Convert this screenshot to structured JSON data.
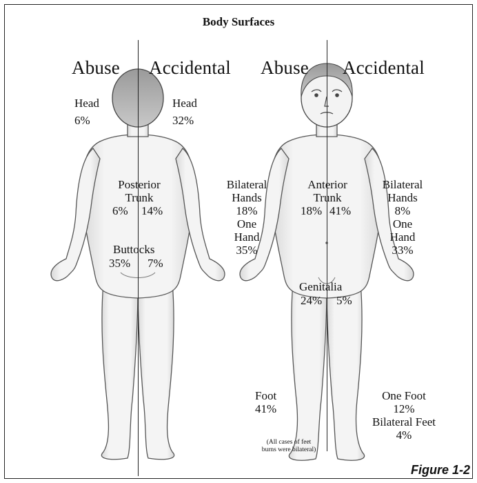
{
  "title": "Body Surfaces",
  "figure_label": "Figure 1-2",
  "posterior_view": {
    "heading_left": "Abuse",
    "heading_right": "Accidental",
    "head_abuse": {
      "name": "Head",
      "value": "6%"
    },
    "head_accidental": {
      "name": "Head",
      "value": "32%"
    },
    "trunk": {
      "line1": "Posterior",
      "line2": "Trunk",
      "abuse": "6%",
      "accidental": "14%"
    },
    "buttocks": {
      "name": "Buttocks",
      "abuse": "35%",
      "accidental": "7%"
    }
  },
  "anterior_view": {
    "heading_left": "Abuse",
    "heading_right": "Accidental",
    "hands_abuse": {
      "line1": "Bilateral",
      "line2": "Hands",
      "value": "18%"
    },
    "one_hand_abuse": {
      "line1": "One",
      "line2": "Hand",
      "value": "35%"
    },
    "hands_accidental": {
      "line1": "Bilateral",
      "line2": "Hands",
      "value": "8%"
    },
    "one_hand_accidental": {
      "line1": "One",
      "line2": "Hand",
      "value": "33%"
    },
    "trunk": {
      "line1": "Anterior",
      "line2": "Trunk",
      "abuse": "18%",
      "accidental": "41%"
    },
    "genitalia": {
      "name": "Genitalia",
      "abuse": "24%",
      "accidental": "5%"
    },
    "foot_abuse": {
      "name": "Foot",
      "value": "41%"
    },
    "one_foot_accidental": {
      "name": "One Foot",
      "value": "12%"
    },
    "bilateral_feet_accidental": {
      "name": "Bilateral Feet",
      "value": "4%"
    },
    "footnote": {
      "line1": "(All cases of feet",
      "line2": "burns were bilateral)"
    }
  }
}
